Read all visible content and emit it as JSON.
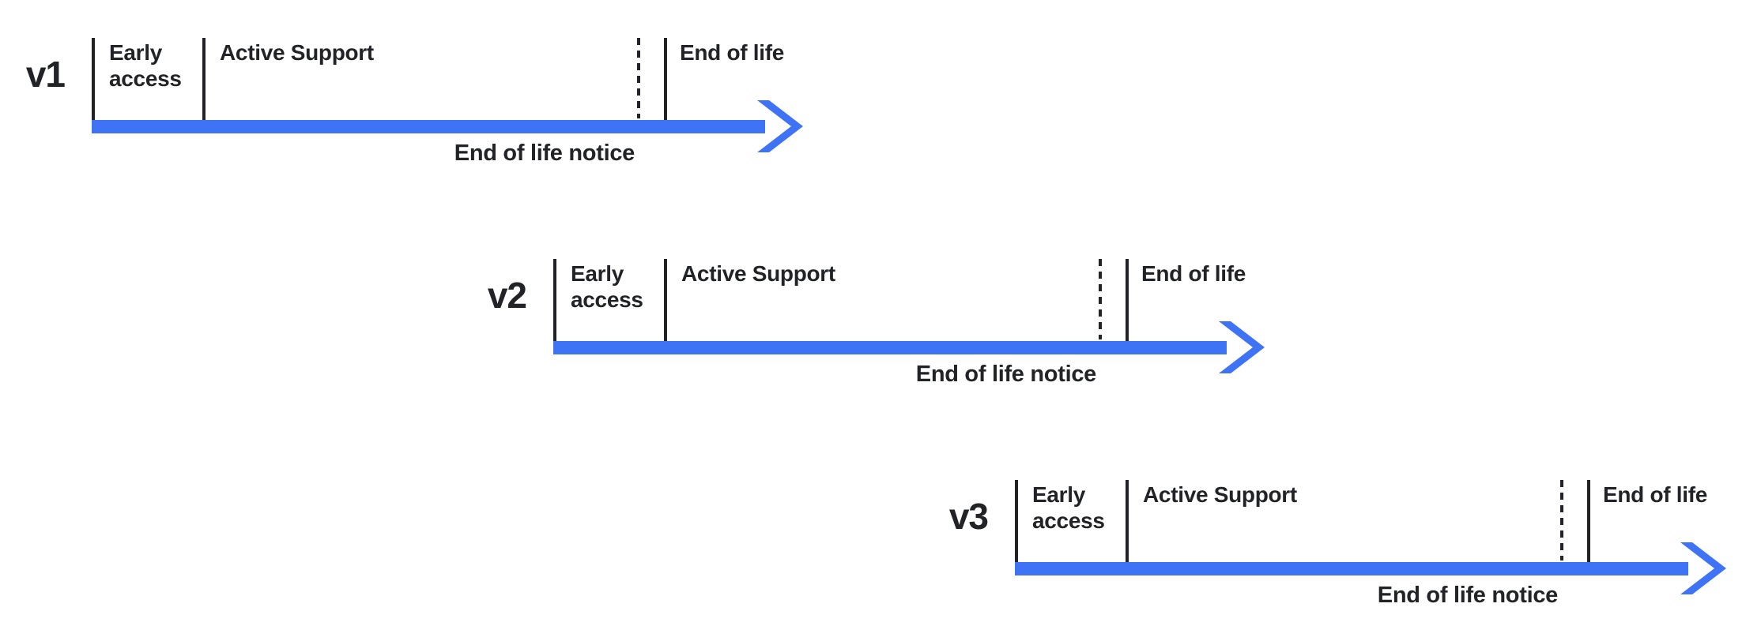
{
  "colors": {
    "arrow_blue": "#3E73F6",
    "ink": "#212327",
    "background": "#FFFFFF"
  },
  "timelines": [
    {
      "version": "v1",
      "early_access": "Early access",
      "active_support": "Active Support",
      "end_of_life": "End of life",
      "end_of_life_notice": "End of life notice"
    },
    {
      "version": "v2",
      "early_access": "Early access",
      "active_support": "Active Support",
      "end_of_life": "End of life",
      "end_of_life_notice": "End of life notice"
    },
    {
      "version": "v3",
      "early_access": "Early access",
      "active_support": "Active Support",
      "end_of_life": "End of life",
      "end_of_life_notice": "End of life notice"
    }
  ]
}
